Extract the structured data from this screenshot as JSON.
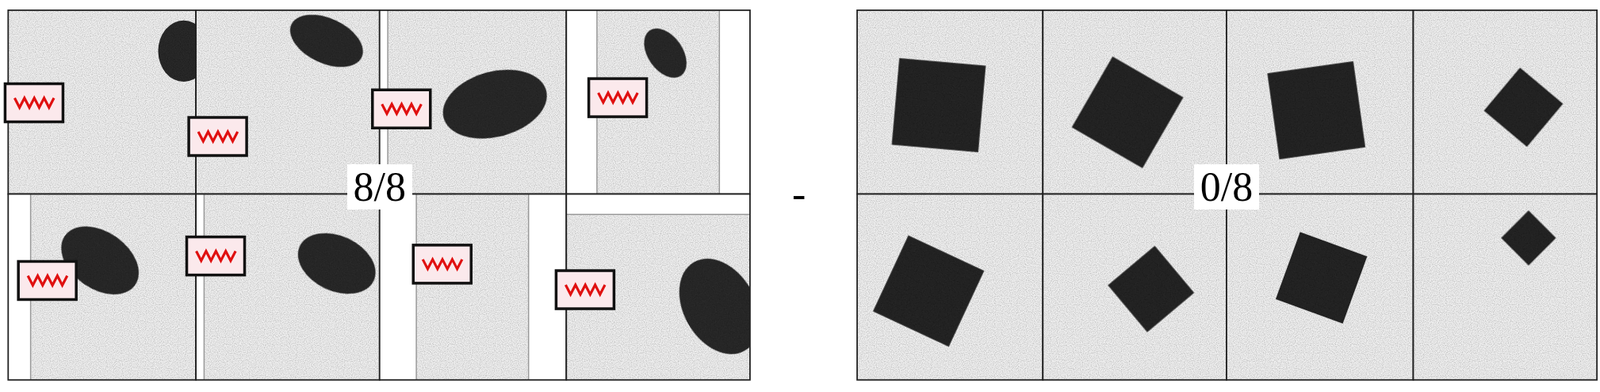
{
  "diagram": {
    "labels": [
      "8/8",
      "-",
      "0/8"
    ]
  }
}
